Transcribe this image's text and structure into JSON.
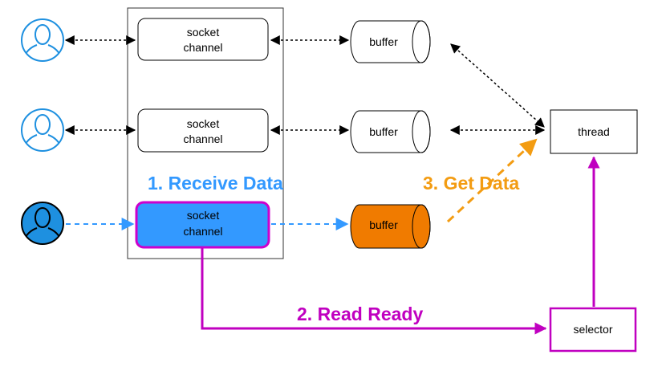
{
  "colors": {
    "user_outline": "#1e90e0",
    "user_active_fill": "#1e90e0",
    "active_channel_fill": "#3399ff",
    "active_channel_border": "#cc00cc",
    "active_buffer_fill": "#f07b00",
    "receive_label_color": "#3399ff",
    "get_data_label_color": "#f39c12",
    "read_ready_color": "#c000c0",
    "dashed_blue": "#3399ff",
    "dashed_orange": "#f39c12"
  },
  "icons": {
    "user": "user-icon"
  },
  "channels": [
    {
      "line1": "socket",
      "line2": "channel"
    },
    {
      "line1": "socket",
      "line2": "channel"
    },
    {
      "line1": "socket",
      "line2": "channel"
    }
  ],
  "buffers": [
    {
      "label": "buffer"
    },
    {
      "label": "buffer"
    },
    {
      "label": "buffer"
    }
  ],
  "thread": {
    "label": "thread"
  },
  "selector": {
    "label": "selector"
  },
  "steps": {
    "receive": "1. Receive Data",
    "read_ready": "2. Read Ready",
    "get_data": "3. Get Data"
  }
}
